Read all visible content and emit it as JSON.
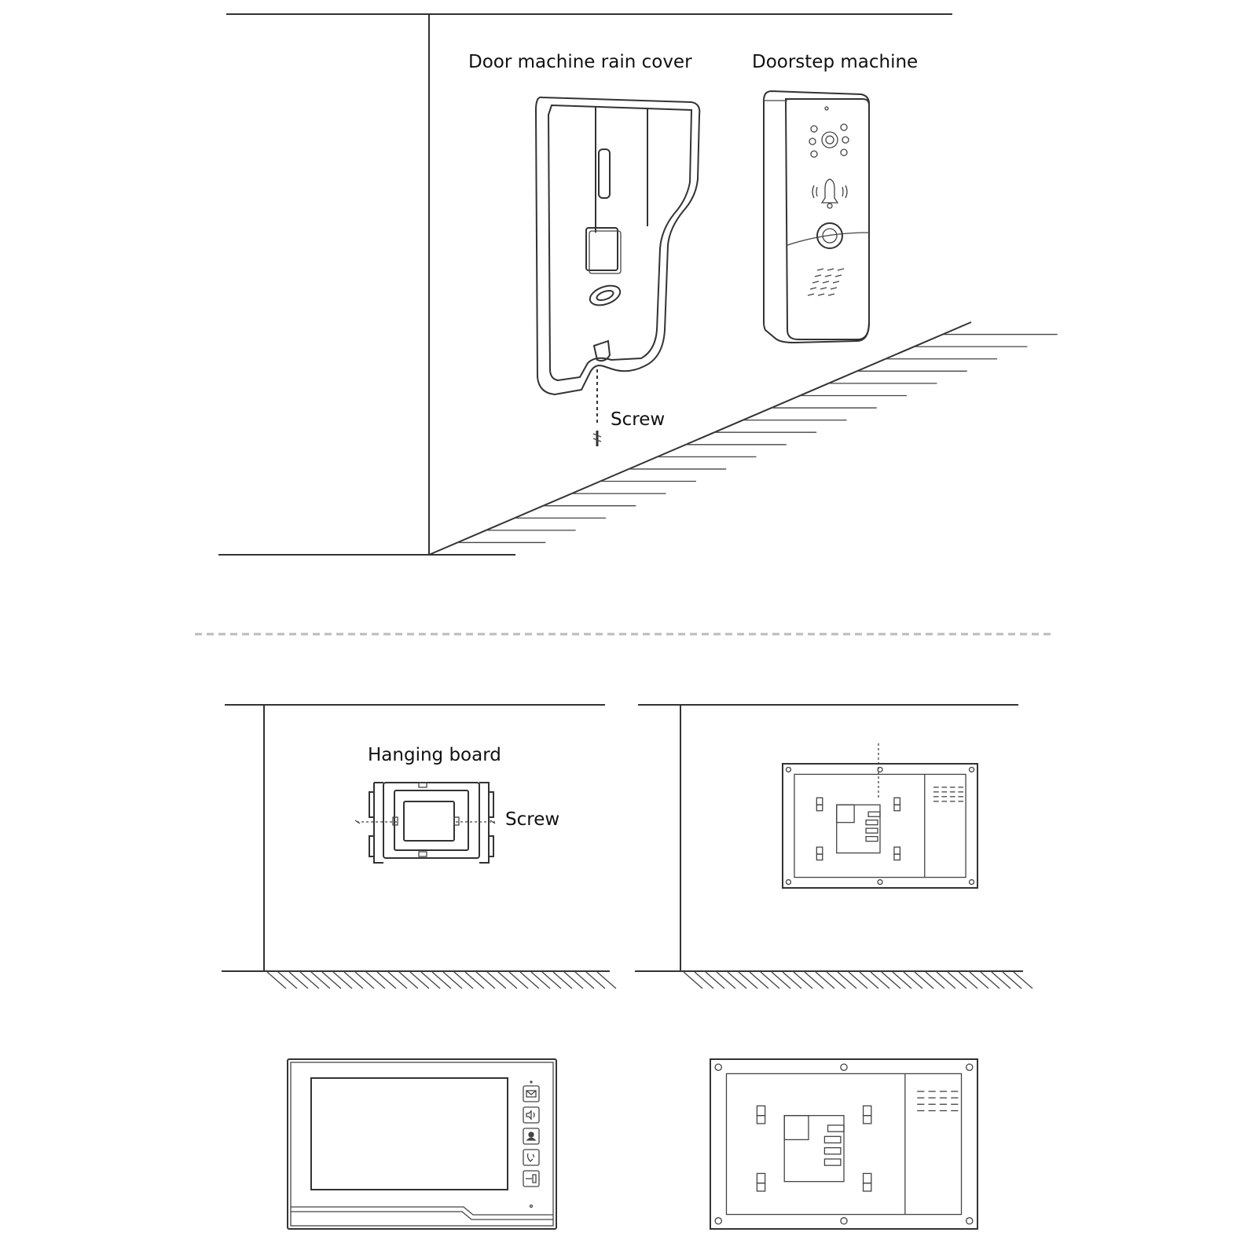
{
  "labels": {
    "rain_cover": "Door machine rain cover",
    "doorstep_machine": "Doorstep machine",
    "screw_door": "Screw",
    "hanging_board": "Hanging board",
    "screw_board": "Screw"
  },
  "icons": {
    "monitor_buttons": [
      "envelope-icon",
      "speaker-icon",
      "person-icon",
      "phone-icon",
      "unlock-key-icon"
    ],
    "doorbell": "bell-icon"
  },
  "colors": {
    "line": "#333333",
    "divider": "#bbbbbb",
    "background": "#ffffff"
  }
}
